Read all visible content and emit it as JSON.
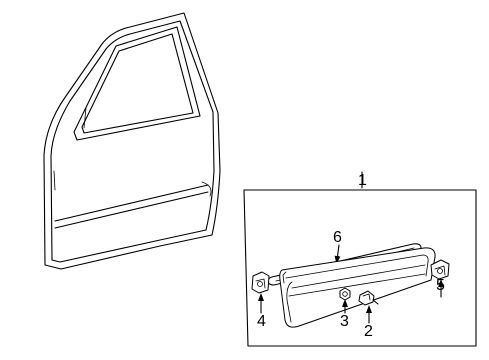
{
  "callouts": {
    "assembly": "1",
    "bolt": "2",
    "nut": "3",
    "left_clip": "4",
    "right_clip": "5",
    "upper_moulding": "6"
  },
  "colors": {
    "line": "#000000",
    "background": "#ffffff"
  }
}
